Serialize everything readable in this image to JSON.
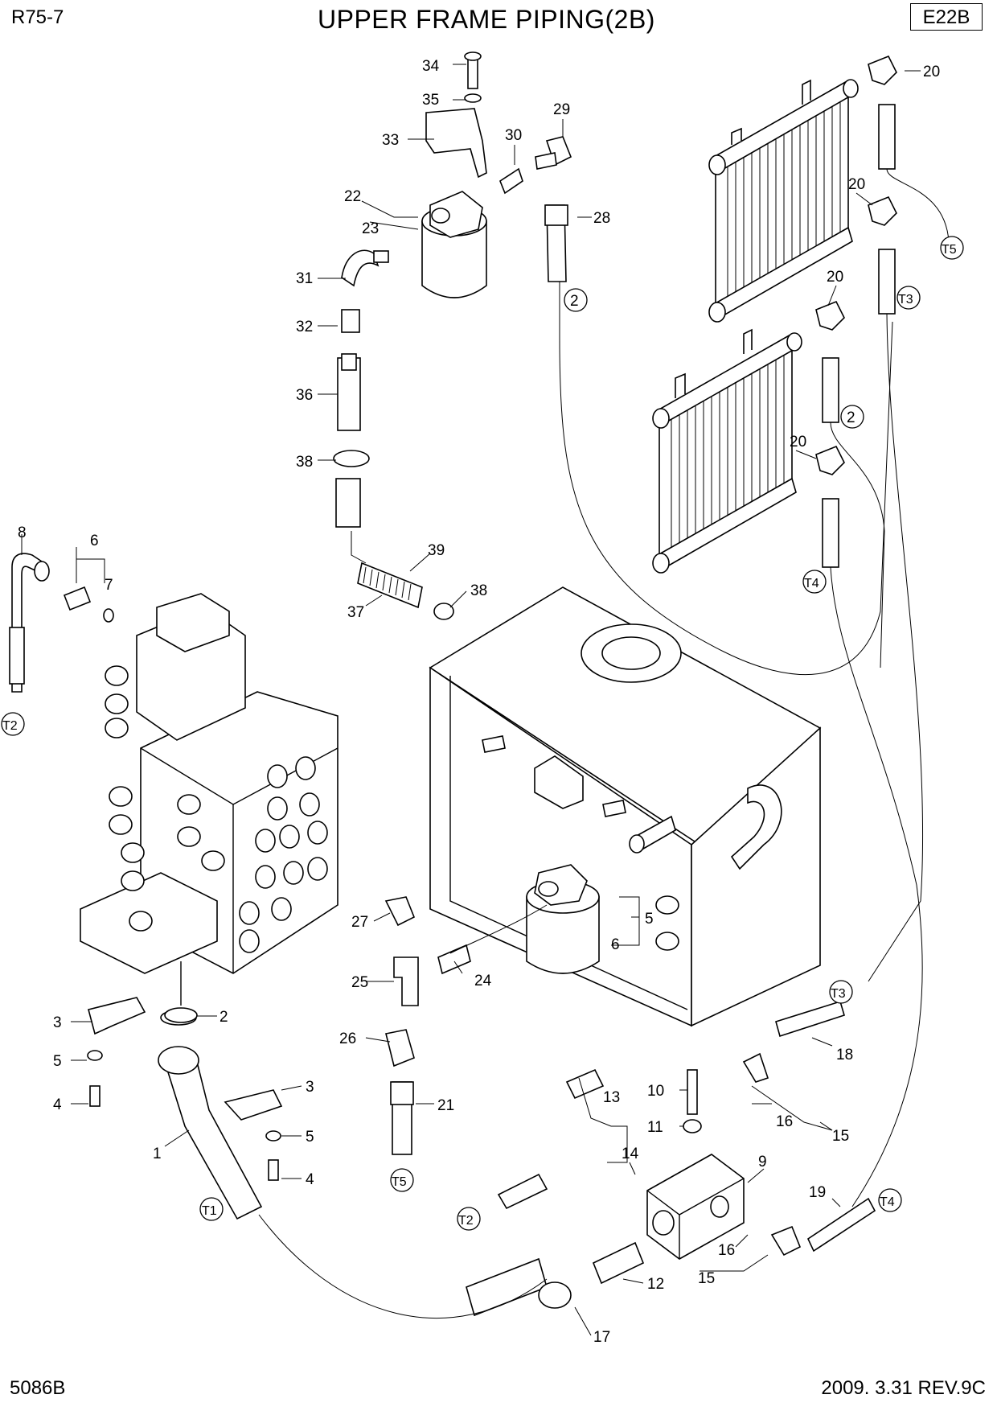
{
  "header": {
    "model": "R75-7",
    "title": "UPPER FRAME PIPING(2B)",
    "page_code": "E22B"
  },
  "footer": {
    "drawing_no": "5086B",
    "revision": "2009. 3.31 REV.9C"
  },
  "callouts": [
    {
      "id": "c34",
      "text": "34"
    },
    {
      "id": "c35",
      "text": "35"
    },
    {
      "id": "c33",
      "text": "33"
    },
    {
      "id": "c30",
      "text": "30"
    },
    {
      "id": "c29",
      "text": "29"
    },
    {
      "id": "c28",
      "text": "28"
    },
    {
      "id": "c22",
      "text": "22"
    },
    {
      "id": "c23",
      "text": "23"
    },
    {
      "id": "c31",
      "text": "31"
    },
    {
      "id": "c32",
      "text": "32"
    },
    {
      "id": "c36",
      "text": "36"
    },
    {
      "id": "c38a",
      "text": "38"
    },
    {
      "id": "c39",
      "text": "39"
    },
    {
      "id": "c37",
      "text": "37"
    },
    {
      "id": "c38b",
      "text": "38"
    },
    {
      "id": "c20a",
      "text": "20"
    },
    {
      "id": "c20b",
      "text": "20"
    },
    {
      "id": "c20c",
      "text": "20"
    },
    {
      "id": "c20d",
      "text": "20"
    },
    {
      "id": "c8",
      "text": "8"
    },
    {
      "id": "c6a",
      "text": "6"
    },
    {
      "id": "c7",
      "text": "7"
    },
    {
      "id": "c5a",
      "text": "5"
    },
    {
      "id": "c6b",
      "text": "6"
    },
    {
      "id": "c27",
      "text": "27"
    },
    {
      "id": "c25",
      "text": "25"
    },
    {
      "id": "c24",
      "text": "24"
    },
    {
      "id": "c26",
      "text": "26"
    },
    {
      "id": "c21",
      "text": "21"
    },
    {
      "id": "c2",
      "text": "2"
    },
    {
      "id": "c3a",
      "text": "3"
    },
    {
      "id": "c5b",
      "text": "5"
    },
    {
      "id": "c4a",
      "text": "4"
    },
    {
      "id": "c3b",
      "text": "3"
    },
    {
      "id": "c5c",
      "text": "5"
    },
    {
      "id": "c4b",
      "text": "4"
    },
    {
      "id": "c1",
      "text": "1"
    },
    {
      "id": "c18",
      "text": "18"
    },
    {
      "id": "c10",
      "text": "10"
    },
    {
      "id": "c11",
      "text": "11"
    },
    {
      "id": "c13",
      "text": "13"
    },
    {
      "id": "c14",
      "text": "14"
    },
    {
      "id": "c16a",
      "text": "16"
    },
    {
      "id": "c15a",
      "text": "15"
    },
    {
      "id": "c9",
      "text": "9"
    },
    {
      "id": "c19",
      "text": "19"
    },
    {
      "id": "c16b",
      "text": "16"
    },
    {
      "id": "c15b",
      "text": "15"
    },
    {
      "id": "c12",
      "text": "12"
    },
    {
      "id": "c17",
      "text": "17"
    }
  ],
  "circle_markers": [
    {
      "id": "m2a",
      "text": "2"
    },
    {
      "id": "m2b",
      "text": "2"
    },
    {
      "id": "mT5a",
      "text": "T5"
    },
    {
      "id": "mT3a",
      "text": "T3"
    },
    {
      "id": "mT4a",
      "text": "T4"
    },
    {
      "id": "mT2a",
      "text": "T2"
    },
    {
      "id": "mT5b",
      "text": "T5"
    },
    {
      "id": "mT1",
      "text": "T1"
    },
    {
      "id": "mT3b",
      "text": "T3"
    },
    {
      "id": "mT2b",
      "text": "T2"
    },
    {
      "id": "mT4b",
      "text": "T4"
    }
  ]
}
